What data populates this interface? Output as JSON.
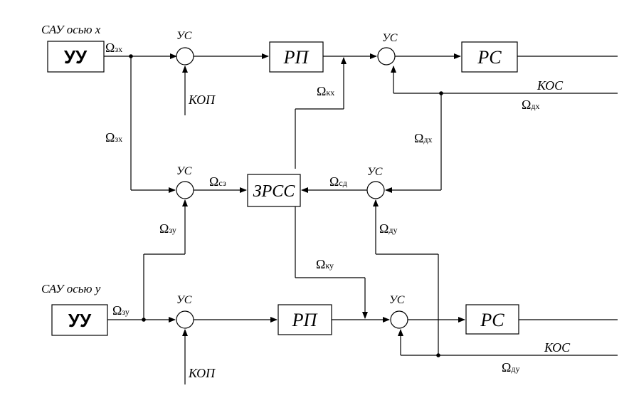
{
  "titles": {
    "x": "САУ осью x",
    "y": "САУ осью y"
  },
  "blocks": {
    "uu": "УУ",
    "rp": "РП",
    "rs": "РС",
    "zrss": "ЗРСС"
  },
  "nodes": {
    "us": "УС"
  },
  "labels": {
    "kop": "КОП",
    "kos": "КОС"
  },
  "signals": {
    "omega": "Ω",
    "zx": "зх",
    "zy": "зу",
    "kx": "кх",
    "ky": "ку",
    "dx": "дх",
    "dy": "ду",
    "sz": "сз",
    "sd": "сд"
  }
}
